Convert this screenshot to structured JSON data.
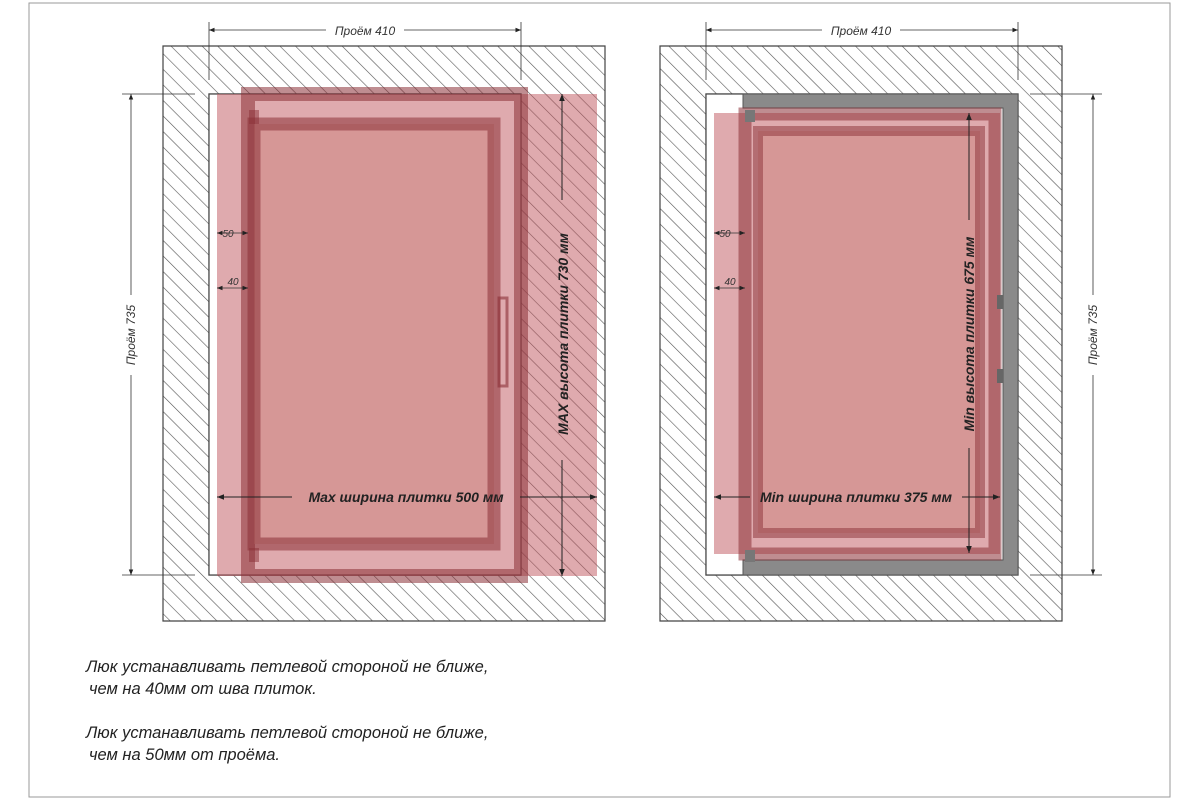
{
  "left_view": {
    "opening_width_label": "Проём 410",
    "opening_height_label": "Проём 735",
    "hinge_offset_50": "50",
    "hinge_offset_40": "40",
    "tile_height_label": "MAX высота плитки 730 мм",
    "tile_width_label": "Max ширина плитки 500 мм"
  },
  "right_view": {
    "opening_width_label": "Проём 410",
    "opening_height_label": "Проём 735",
    "hinge_offset_50": "50",
    "hinge_offset_40": "40",
    "tile_height_label": "Min высота плитки 675 мм",
    "tile_width_label": "Min ширина плитки 375 мм"
  },
  "notes": [
    {
      "line1": "Люк устанавливать петлевой стороной не ближе,",
      "line2": "чем на 40мм от шва плиток."
    },
    {
      "line1": "Люк устанавливать петлевой стороной не ближе,",
      "line2": "чем на 50мм от проёма."
    }
  ],
  "colors": {
    "tile_fill": "#c0555d",
    "frame_fill": "#8a2f36",
    "metal_frame": "#808080",
    "wall_hatch": "#555555"
  }
}
